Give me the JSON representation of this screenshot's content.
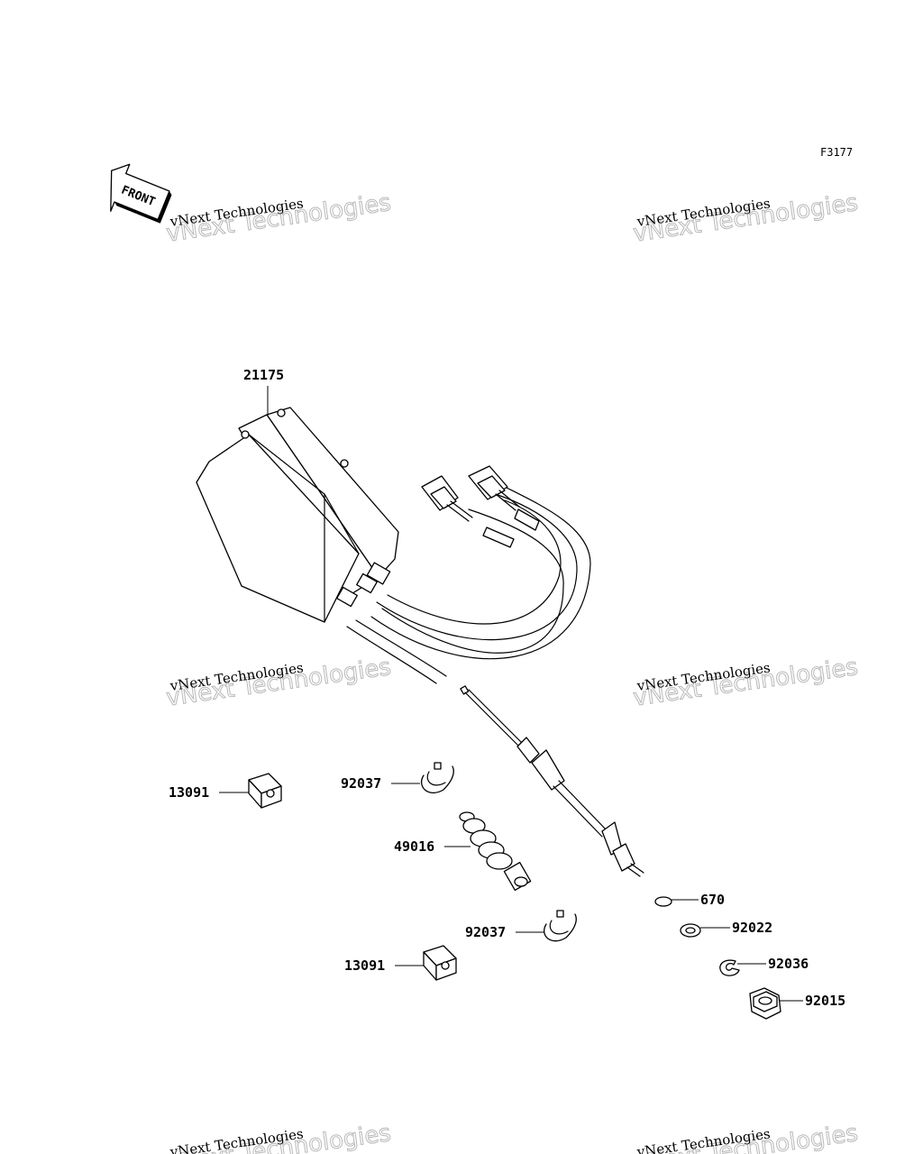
{
  "diagram_code": "F3177",
  "front_label": "FRONT",
  "watermark": {
    "line1": "vNext Technologies",
    "line2": "vNext Technologies"
  },
  "parts": [
    {
      "id": "21175",
      "label": "21175"
    },
    {
      "id": "13091a",
      "label": "13091"
    },
    {
      "id": "92037a",
      "label": "92037"
    },
    {
      "id": "49016",
      "label": "49016"
    },
    {
      "id": "92037b",
      "label": "92037"
    },
    {
      "id": "13091b",
      "label": "13091"
    },
    {
      "id": "670",
      "label": "670"
    },
    {
      "id": "92022",
      "label": "92022"
    },
    {
      "id": "92036",
      "label": "92036"
    },
    {
      "id": "92015",
      "label": "92015"
    }
  ]
}
